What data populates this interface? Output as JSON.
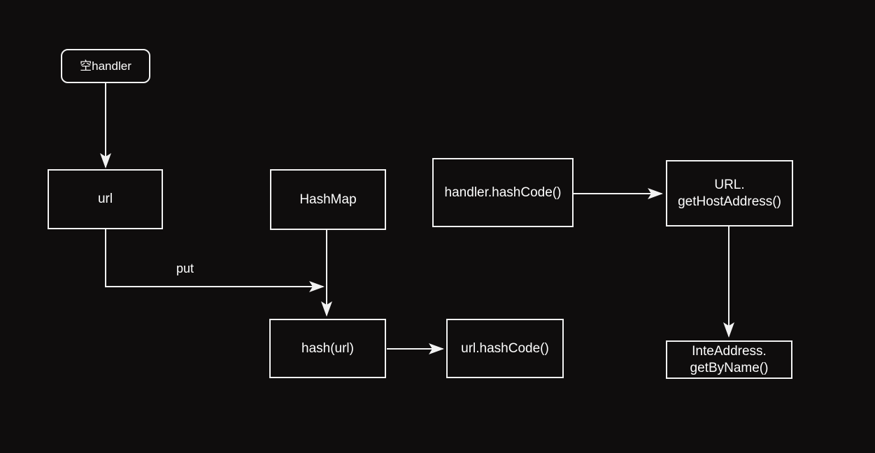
{
  "nodes": {
    "empty_handler": {
      "label": "空handler"
    },
    "url": {
      "label": "url"
    },
    "hashmap": {
      "label": "HashMap"
    },
    "handler_hashcode": {
      "label": "handler.hashCode()"
    },
    "url_gethostaddress": {
      "label": "URL.\ngetHostAddress()"
    },
    "hash_url": {
      "label": "hash(url)"
    },
    "url_hashcode": {
      "label": "url.hashCode()"
    },
    "inteaddress_getbyname": {
      "label": "InteAddress.\ngetByName()"
    }
  },
  "edges": {
    "put_label": "put"
  },
  "colors": {
    "background": "#0f0d0d",
    "line": "#f2f2f2",
    "text": "#fdfdfd"
  }
}
